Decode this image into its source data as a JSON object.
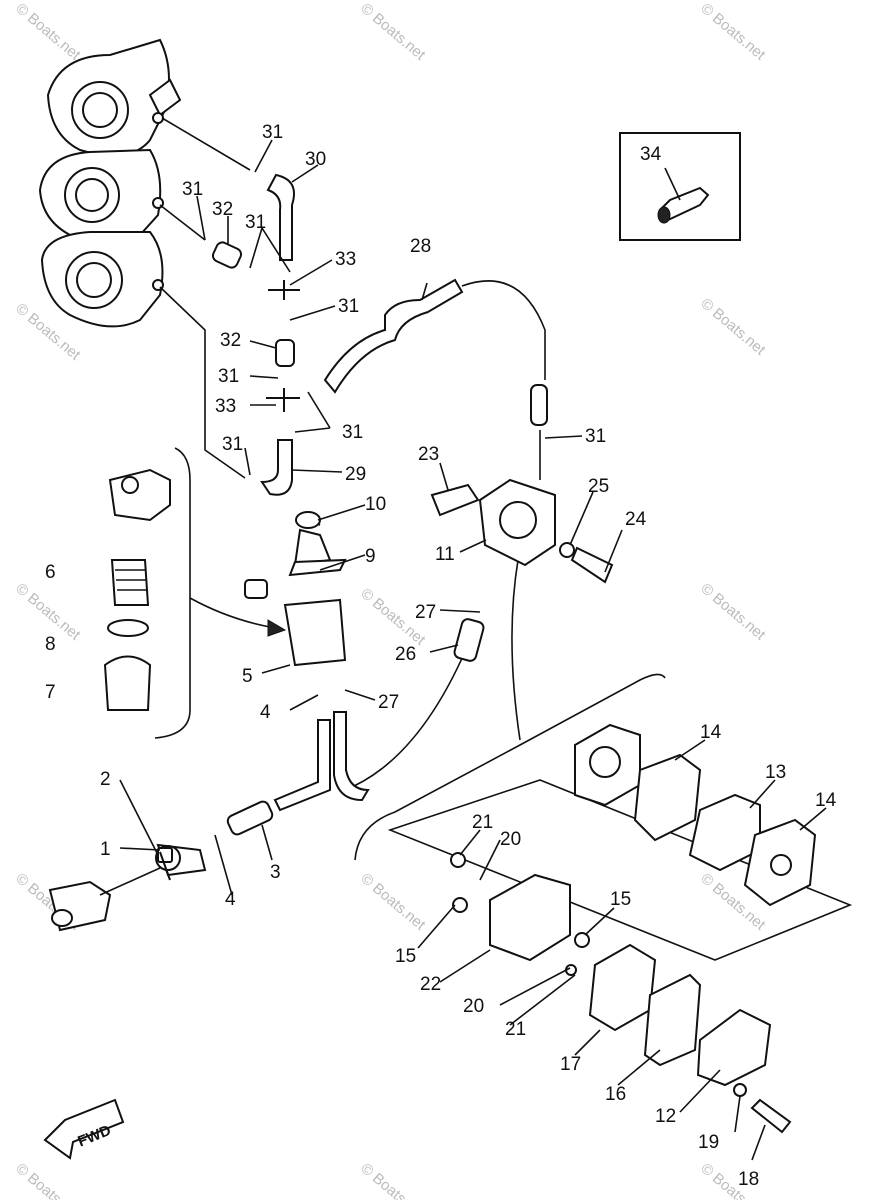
{
  "watermark": "© Boats.net",
  "fwd_label": "FWD",
  "callouts": [
    "1",
    "2",
    "3",
    "4",
    "4",
    "5",
    "6",
    "7",
    "8",
    "9",
    "10",
    "11",
    "12",
    "13",
    "14",
    "14",
    "15",
    "15",
    "16",
    "17",
    "18",
    "19",
    "20",
    "20",
    "21",
    "21",
    "22",
    "23",
    "24",
    "25",
    "26",
    "27",
    "27",
    "28",
    "29",
    "30",
    "31",
    "31",
    "31",
    "31",
    "31",
    "31",
    "31",
    "31",
    "32",
    "32",
    "33",
    "33",
    "34"
  ]
}
